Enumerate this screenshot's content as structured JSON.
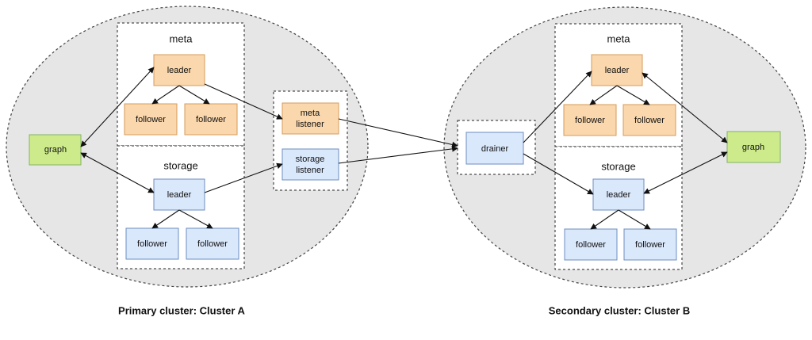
{
  "primary": {
    "caption": "Primary cluster: Cluster A",
    "graph": "graph",
    "meta": {
      "title": "meta",
      "leader": "leader",
      "follower_1": "follower",
      "follower_2": "follower"
    },
    "storage": {
      "title": "storage",
      "leader": "leader",
      "follower_1": "follower",
      "follower_2": "follower"
    },
    "listeners": {
      "meta_line1": "meta",
      "meta_line2": "listener",
      "storage_line1": "storage",
      "storage_line2": "listener"
    }
  },
  "secondary": {
    "caption": "Secondary cluster: Cluster B",
    "graph": "graph",
    "drainer": "drainer",
    "meta": {
      "title": "meta",
      "leader": "leader",
      "follower_1": "follower",
      "follower_2": "follower"
    },
    "storage": {
      "title": "storage",
      "leader": "leader",
      "follower_1": "follower",
      "follower_2": "follower"
    }
  },
  "colors": {
    "cluster_fill": "#e6e6e6",
    "meta_fill": "#fad7ac",
    "meta_stroke": "#d79b5a",
    "storage_fill": "#dae8fc",
    "storage_stroke": "#6c8ebf",
    "graph_fill": "#cdeb8b",
    "graph_stroke": "#82b366"
  }
}
